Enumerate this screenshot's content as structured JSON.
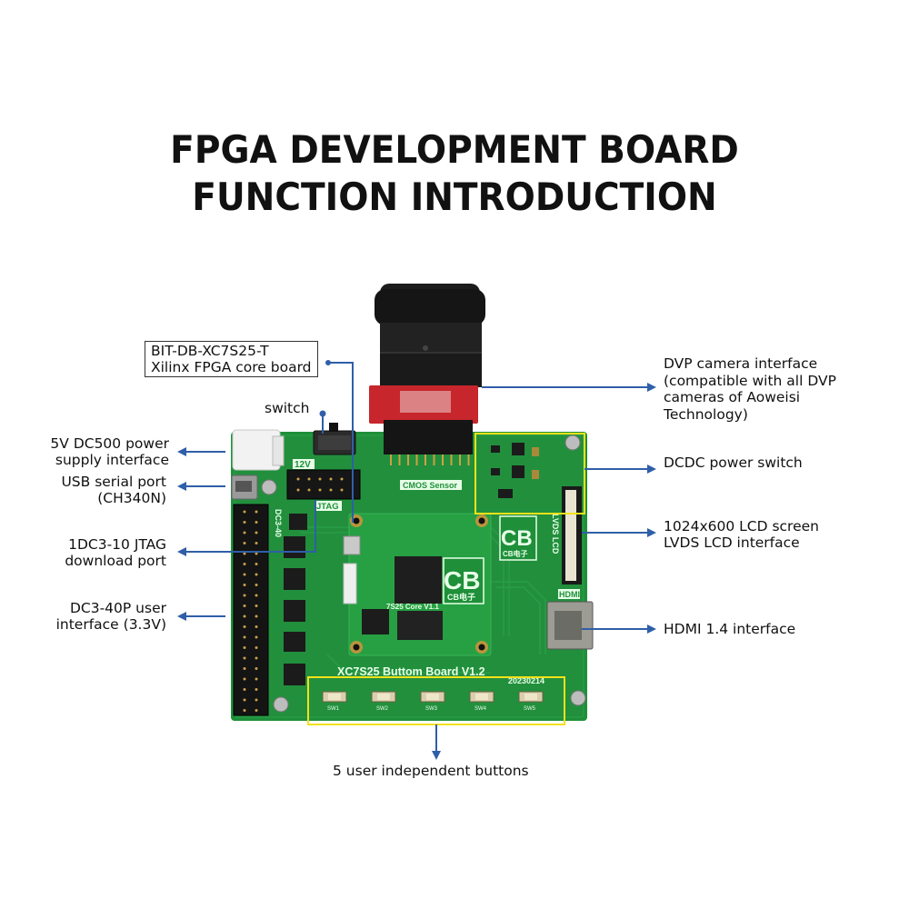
{
  "title": {
    "line1": "FPGA DEVELOPMENT BOARD",
    "line2": "FUNCTION INTRODUCTION"
  },
  "callouts": {
    "core_board": "BIT-DB-XC7S25-T\nXilinx FPGA core board",
    "switch": "switch",
    "power": "5V DC500 power\nsupply interface",
    "usb": "USB serial port\n(CH340N)",
    "jtag": "1DC3-10 JTAG\ndownload port",
    "user_io": "DC3-40P user\ninterface (3.3V)",
    "dvp": "DVP camera interface\n(compatible with all DVP\ncameras of Aoweisi\nTechnology)",
    "dcdc": "DCDC power switch",
    "lcd": "1024x600 LCD screen\nLVDS LCD interface",
    "hdmi": "HDMI 1.4 interface",
    "buttons": "5 user independent buttons"
  },
  "board": {
    "silk_12v": "12V",
    "silk_jtag": "JTAG",
    "silk_cmos": "CMOS Sensor",
    "silk_lvds": "LVDS LCD",
    "silk_hdmi": "HDMI",
    "silk_dc3": "DC3-40",
    "silk_bottom": "XC7S25 Buttom Board V1.2",
    "silk_date": "20230214",
    "silk_core": "7S25 Core  V1.1",
    "logo_text": "CB电子",
    "button_labels": [
      "SW1",
      "SW2",
      "SW3",
      "SW4",
      "SW5"
    ]
  },
  "colors": {
    "pcb_green": "#1f8f3a",
    "callout_blue": "#2f5fa8",
    "highlight_yellow": "#f2e21a",
    "camera_red": "#c7262c"
  }
}
